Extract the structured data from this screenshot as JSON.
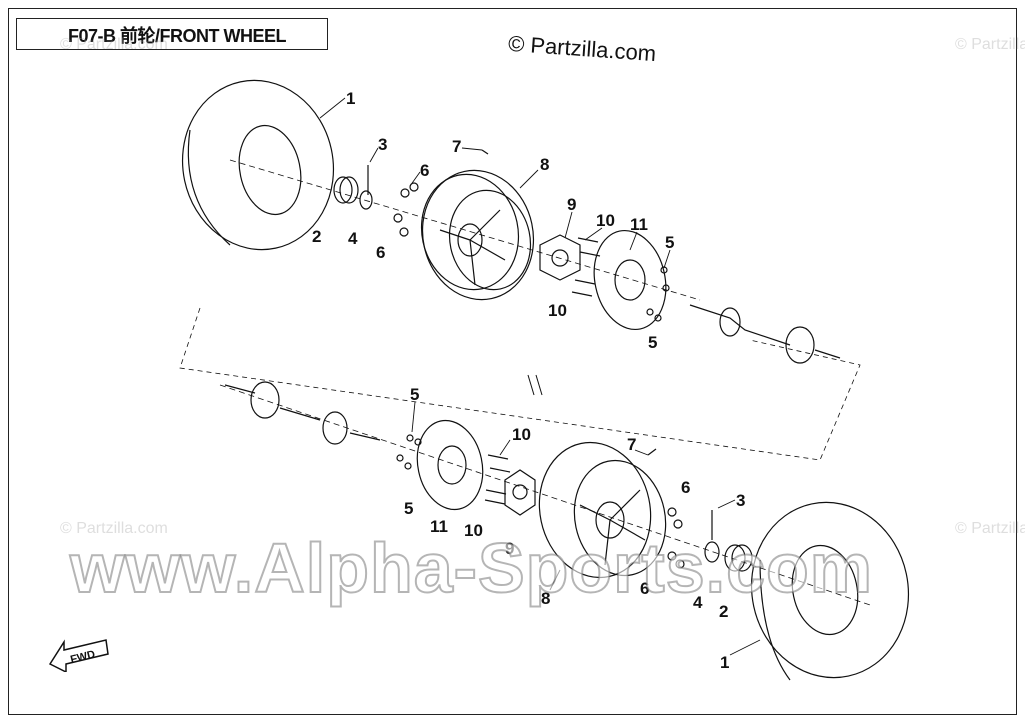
{
  "diagram": {
    "title": "F07-B  前轮/FRONT WHEEL",
    "copyright": "© Partzilla.com",
    "watermark_small": "© Partzilla.com",
    "watermark_large": "www.Alpha-Sports.com",
    "fwd_label": "FWD",
    "callouts_top": [
      "1",
      "2",
      "3",
      "4",
      "6",
      "6",
      "7",
      "8",
      "9",
      "10",
      "10",
      "11",
      "5",
      "5"
    ],
    "callouts_bottom": [
      "5",
      "5",
      "11",
      "10",
      "10",
      "9",
      "7",
      "8",
      "6",
      "6",
      "3",
      "4",
      "2",
      "1"
    ]
  }
}
